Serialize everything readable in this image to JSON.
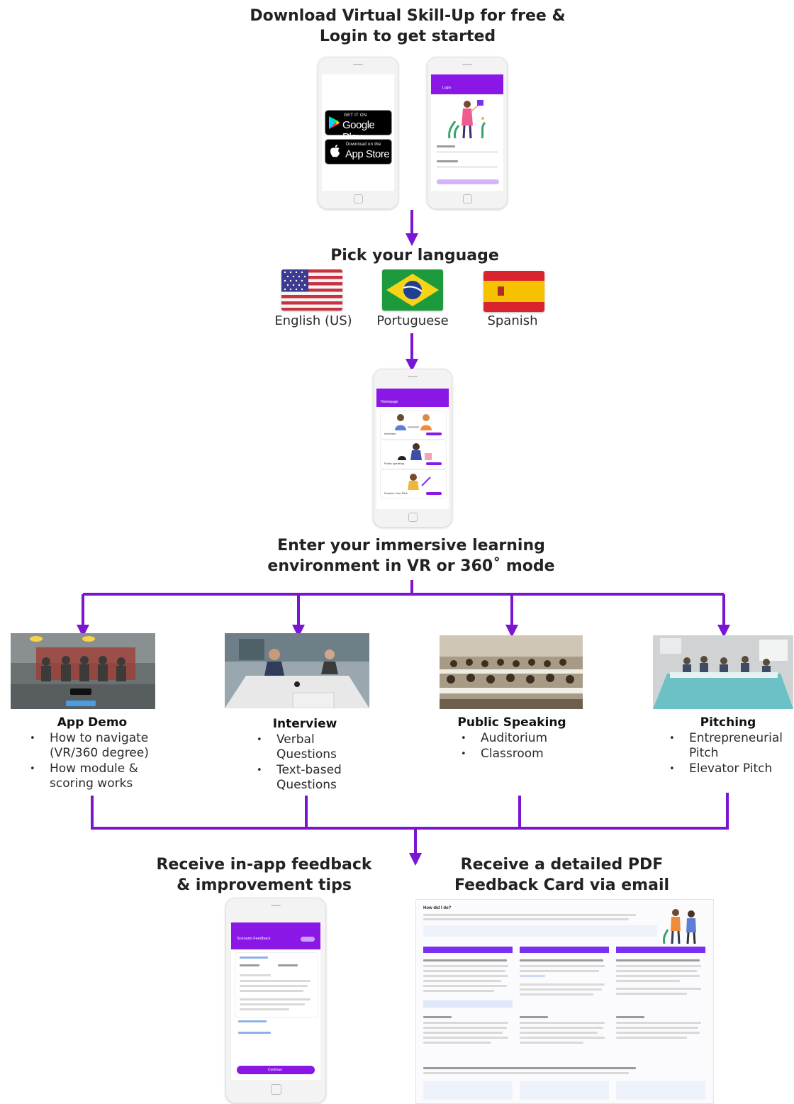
{
  "steps": {
    "download": {
      "line1": "Download Virtual Skill-Up  for free &",
      "line2": "Login to get started"
    },
    "language": {
      "title": "Pick your language"
    },
    "enter": {
      "line1": "Enter your immersive  learning",
      "line2": "environment in VR or 360˚ mode"
    },
    "inapp": {
      "line1": "Receive in-app feedback",
      "line2": "& improvement tips"
    },
    "pdf": {
      "line1": "Receive a detailed PDF",
      "line2": "Feedback  Card via email"
    }
  },
  "stores": {
    "google": {
      "small": "GET IT ON",
      "big": "Google Play"
    },
    "apple": {
      "small": "Download on the",
      "big": "App Store"
    }
  },
  "login_screen": {
    "title": "Login"
  },
  "homepage_screen": {
    "title": "Homepage",
    "items": [
      "Interview",
      "Public speaking",
      "Practice Your Pitch"
    ]
  },
  "feedback_screen": {
    "title": "Scenario Feedback",
    "continue": "Continue"
  },
  "pdf_card": {
    "title": "How did I do?"
  },
  "languages": [
    {
      "label": "English (US)",
      "flag": "us-flag-icon"
    },
    {
      "label": "Portuguese",
      "flag": "brazil-flag-icon"
    },
    {
      "label": "Spanish",
      "flag": "spain-flag-icon"
    }
  ],
  "categories": [
    {
      "title": "App Demo",
      "bullets": [
        "How to navigate (VR/360 degree)",
        "How module & scoring works"
      ]
    },
    {
      "title": "Interview",
      "bullets": [
        "Verbal Questions",
        "Text-based Questions"
      ]
    },
    {
      "title": "Public Speaking",
      "bullets": [
        "Auditorium",
        "Classroom"
      ]
    },
    {
      "title": "Pitching",
      "bullets": [
        "Entrepreneurial Pitch",
        "Elevator Pitch"
      ]
    }
  ],
  "colors": {
    "connector": "#7a16d1",
    "accent": "#8a17e6"
  }
}
